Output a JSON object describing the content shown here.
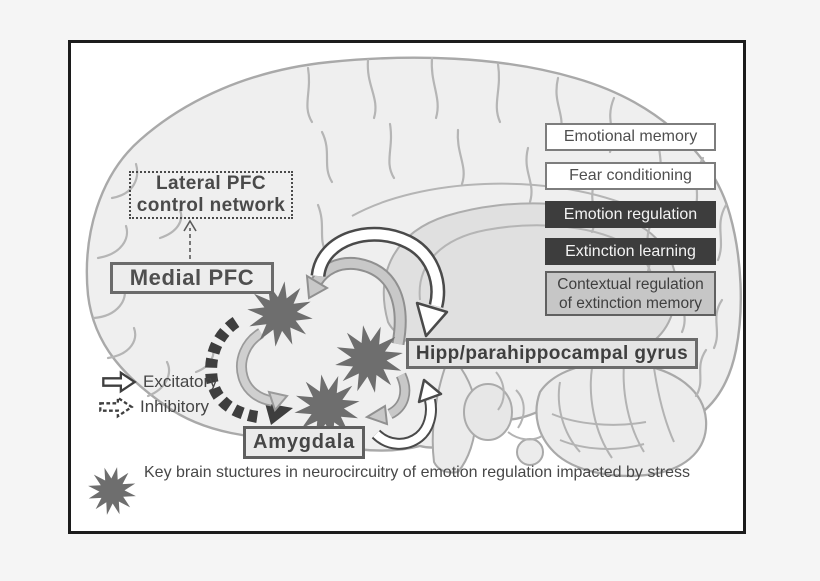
{
  "figure_type": "brain-neurocircuitry-diagram",
  "regions": {
    "lateral_pfc_line1": "Lateral PFC",
    "lateral_pfc_line2": "control network",
    "medial_pfc": "Medial PFC",
    "hipp_parahippocampal": "Hipp/parahippocampal gyrus",
    "amygdala": "Amygdala"
  },
  "functions": {
    "emotional_memory": "Emotional memory",
    "fear_conditioning": "Fear conditioning",
    "emotion_regulation": "Emotion regulation",
    "extinction_learning": "Extinction learning",
    "contextual_line1": "Contextual regulation",
    "contextual_line2": "of extinction memory"
  },
  "legend": {
    "excitatory": "Excitatory",
    "inhibitory": "Inhibitory"
  },
  "caption": "Key brain stuctures in neurocircuitry of emotion regulation impacted by stress",
  "icons": {
    "excitatory_arrow": "outlined-block-arrow-right",
    "inhibitory_arrow": "dashed-block-arrow-right",
    "stress_burst": "gray-12-point-starburst",
    "connector": "dashed-up-arrow"
  },
  "colors": {
    "frame_border": "#1c1c1c",
    "frame_bg": "#ffffff",
    "page_bg": "#f5f5f5",
    "dark_box_bg": "#3d3d3d",
    "dark_box_text": "#f3f3f3",
    "gray_box_bg": "#c6c6c6",
    "burst_fill": "#6e6e6e",
    "brain_fill": "#efefef",
    "brain_outline": "#a9a9a9",
    "label_text": "#4a4a4a"
  }
}
